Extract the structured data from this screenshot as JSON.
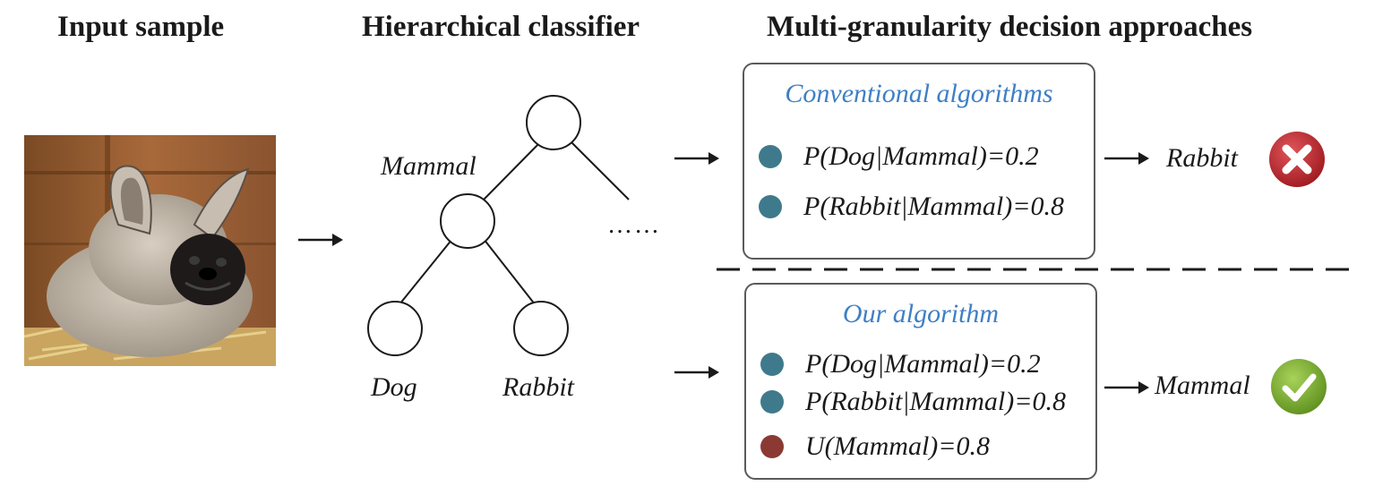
{
  "headings": {
    "input": "Input sample",
    "classifier": "Hierarchical classifier",
    "decision": "Multi-granularity decision approaches"
  },
  "tree": {
    "parent_label": "Mammal",
    "left_child_label": "Dog",
    "right_child_label": "Rabbit",
    "ellipsis": "……"
  },
  "conventional": {
    "title": "Conventional algorithms",
    "items": [
      {
        "text": "P(Dog|Mammal)=0.2"
      },
      {
        "text": "P(Rabbit|Mammal)=0.8"
      }
    ],
    "result": "Rabbit",
    "result_icon": "cross-icon"
  },
  "ours": {
    "title": "Our algorithm",
    "items": [
      {
        "text": "P(Dog|Mammal)=0.2"
      },
      {
        "text": "P(Rabbit|Mammal)=0.8"
      },
      {
        "text": "U(Mammal)=0.8"
      }
    ],
    "result": "Mammal",
    "result_icon": "check-icon"
  },
  "colors": {
    "title_blue": "#3f7fc4",
    "dot_teal": "#3f7a8c",
    "dot_red": "#8b3a33",
    "cross_red": "#b8262b",
    "check_green": "#7cae2e"
  }
}
